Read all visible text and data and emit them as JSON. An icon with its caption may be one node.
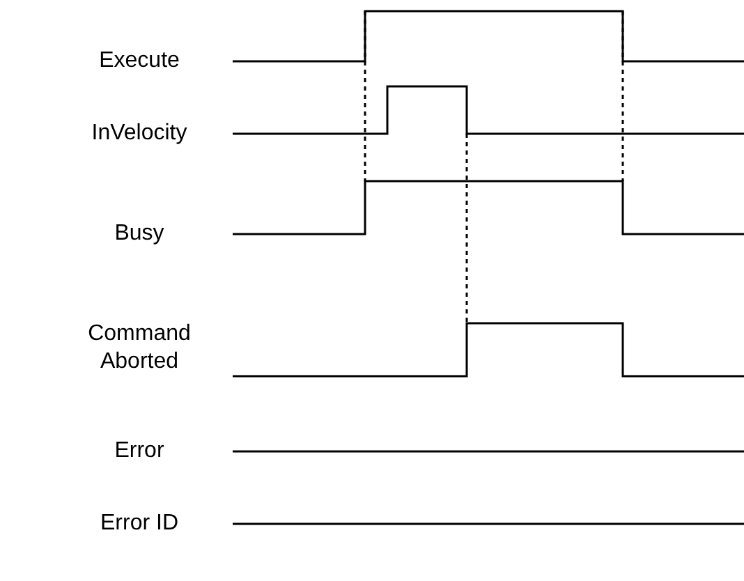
{
  "diagram": {
    "labels": [
      "Execute",
      "InVelocity",
      "Busy",
      "Command Aborted",
      "Error",
      "Error ID"
    ]
  }
}
